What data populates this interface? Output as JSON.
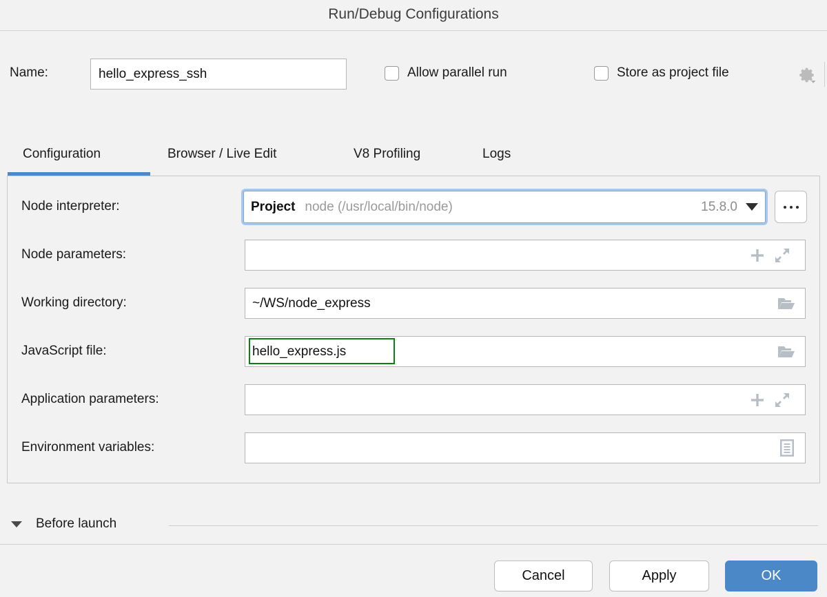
{
  "window": {
    "title": "Run/Debug Configurations"
  },
  "name_row": {
    "label": "Name:",
    "value": "hello_express_ssh",
    "allow_parallel_run": "Allow parallel run",
    "store_as_project_file": "Store as project file",
    "gear_icon": "gear-icon"
  },
  "tabs": [
    {
      "label": "Configuration",
      "active": true
    },
    {
      "label": "Browser / Live Edit",
      "active": false
    },
    {
      "label": "V8 Profiling",
      "active": false
    },
    {
      "label": "Logs",
      "active": false
    }
  ],
  "form": {
    "node_interpreter": {
      "label": "Node interpreter:",
      "prefix": "Project",
      "path": "node (/usr/local/bin/node)",
      "version": "15.8.0",
      "browse_button": "...",
      "focused": true
    },
    "node_parameters": {
      "label": "Node parameters:",
      "value": "",
      "icons": [
        "plus-icon",
        "expand-icon"
      ]
    },
    "working_directory": {
      "label": "Working directory:",
      "value": "~/WS/node_express",
      "icons": [
        "folder-icon"
      ]
    },
    "javascript_file": {
      "label": "JavaScript file:",
      "value": "hello_express.js",
      "icons": [
        "folder-icon"
      ],
      "highlight_color": "#0a7f14"
    },
    "application_parameters": {
      "label": "Application parameters:",
      "value": "",
      "icons": [
        "plus-icon",
        "expand-icon"
      ]
    },
    "environment_variables": {
      "label": "Environment variables:",
      "value": "",
      "icons": [
        "list-document-icon"
      ]
    }
  },
  "before_launch": {
    "label": "Before launch",
    "expanded": true
  },
  "footer": {
    "cancel": "Cancel",
    "apply": "Apply",
    "ok": "OK"
  },
  "colors": {
    "accent": "#4a88c7",
    "background": "#f2f2f2",
    "field_border": "#b6b6b6",
    "highlight_green": "#0a7f14"
  }
}
